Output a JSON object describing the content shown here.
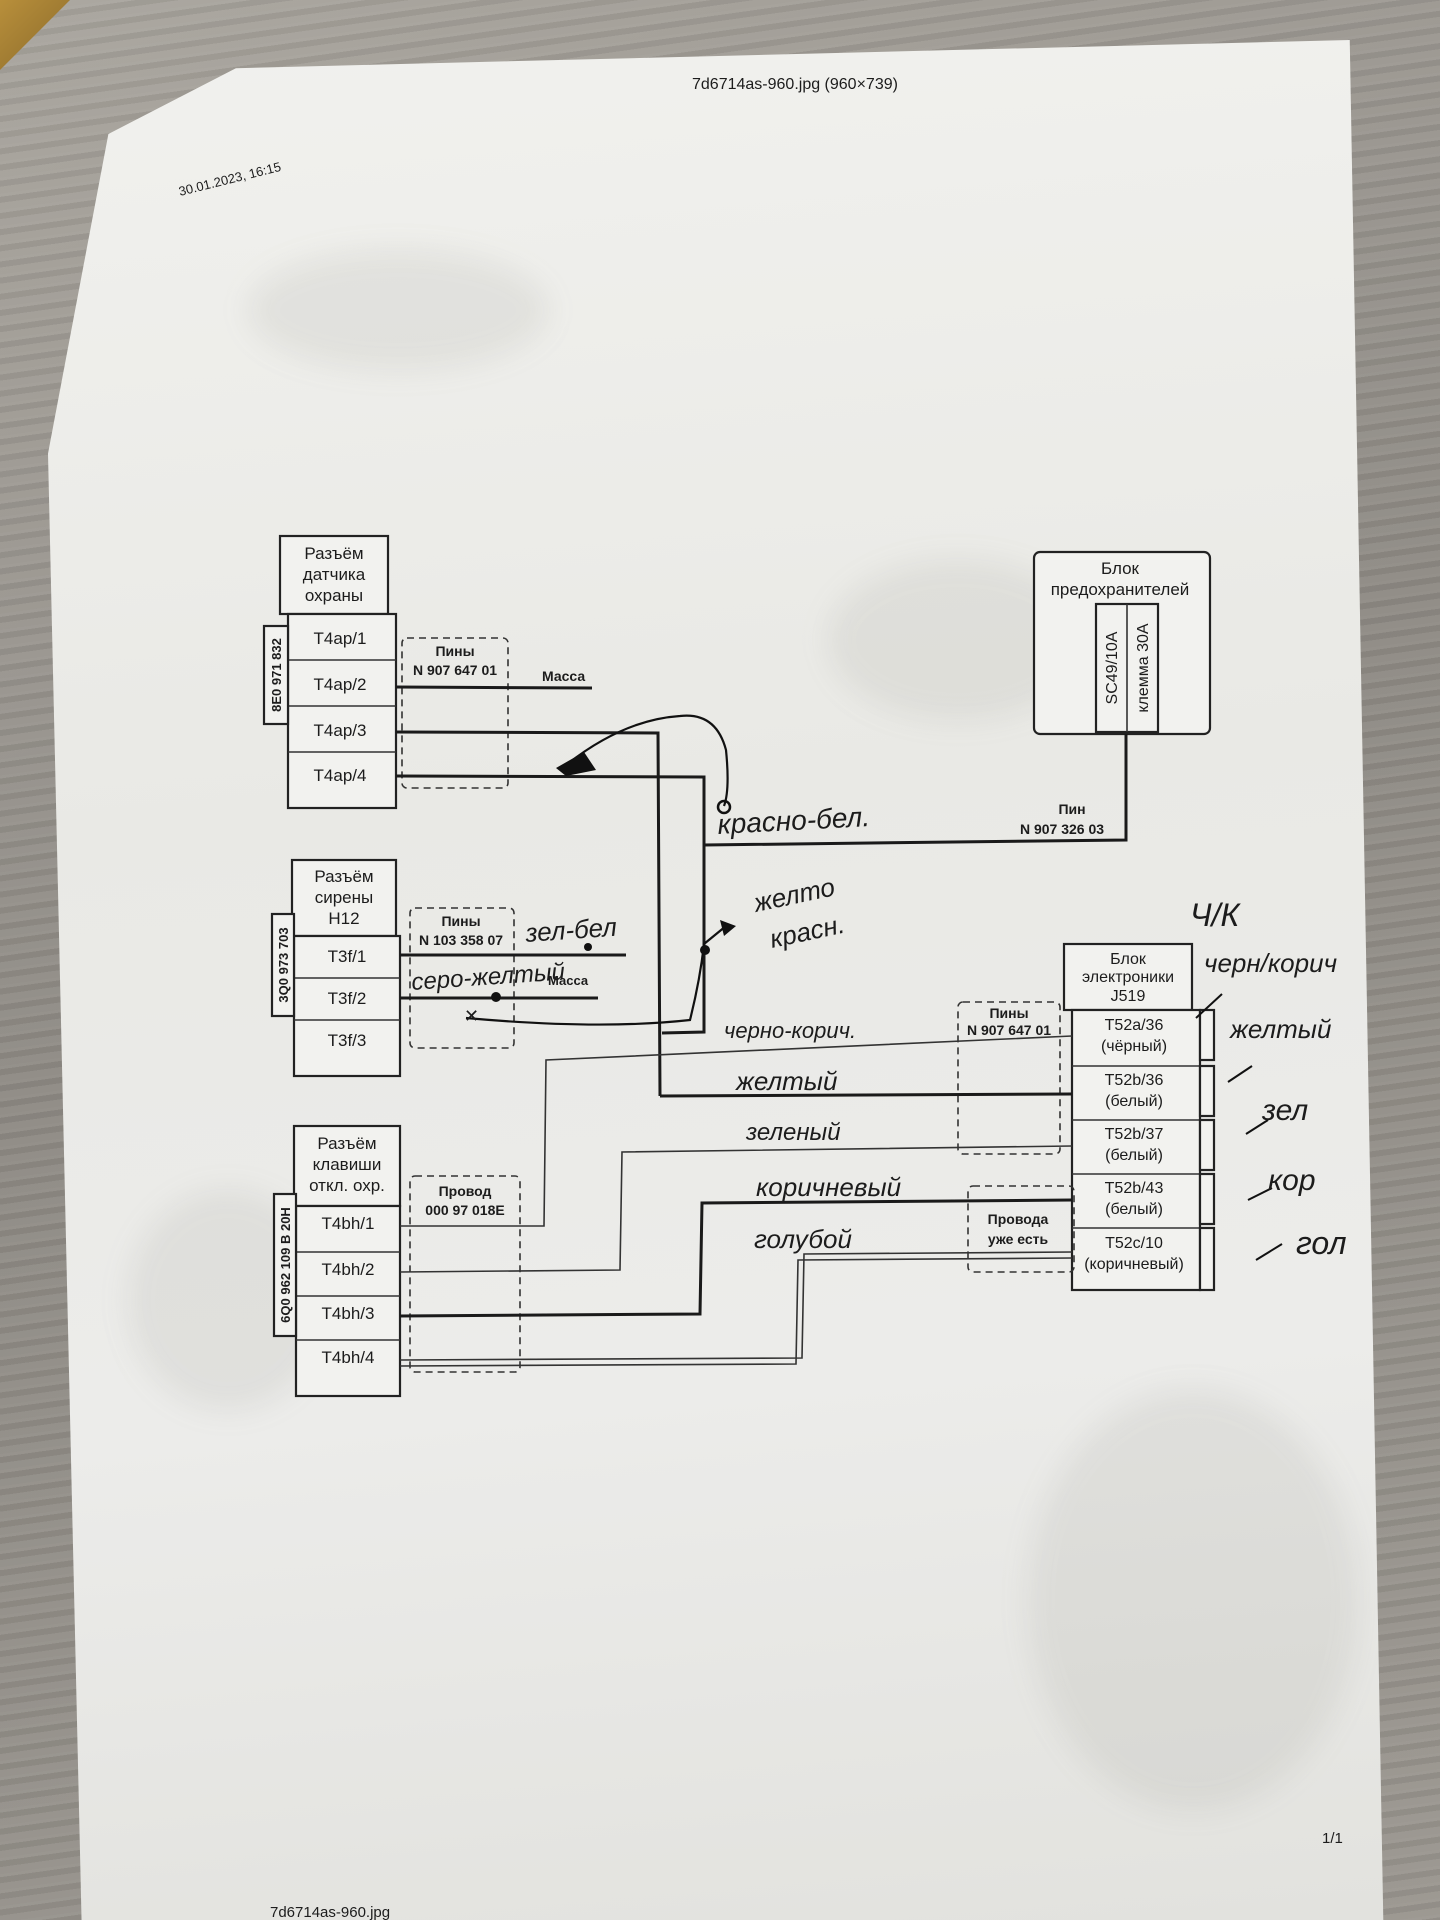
{
  "header": {
    "filename": "7d6714as-960.jpg (960×739)",
    "timestamp": "30.01.2023, 16:15",
    "page": "1/1",
    "footer_file": "7d6714as-960.jpg"
  },
  "connectors": {
    "sensor": {
      "title": [
        "Разъём",
        "датчика",
        "охраны"
      ],
      "part": "8E0 971 832",
      "pins": [
        "T4ap/1",
        "T4ap/2",
        "T4ap/3",
        "T4ap/4"
      ]
    },
    "siren": {
      "title": [
        "Разъём",
        "сирены",
        "H12"
      ],
      "part": "3Q0 973 703",
      "pins": [
        "T3f/1",
        "T3f/2",
        "T3f/3"
      ]
    },
    "switch": {
      "title": [
        "Разъём",
        "клавиши",
        "откл. охр."
      ],
      "part": "6Q0 962 109 B 20H",
      "pins": [
        "T4bh/1",
        "T4bh/2",
        "T4bh/3",
        "T4bh/4"
      ]
    },
    "fuse": {
      "title": [
        "Блок",
        "предохранителей"
      ],
      "inner": [
        "SC49/10A",
        "клемма 30A"
      ]
    },
    "ecu": {
      "title": [
        "Блок",
        "электроники",
        "J519"
      ],
      "pins": [
        [
          "T52a/36",
          "(чёрный)"
        ],
        [
          "T52b/36",
          "(белый)"
        ],
        [
          "T52b/37",
          "(белый)"
        ],
        [
          "T52b/43",
          "(белый)"
        ],
        [
          "T52c/10",
          "(коричневый)"
        ]
      ]
    }
  },
  "callouts": {
    "pins1": [
      "Пины",
      "N 907 647 01"
    ],
    "pins2": [
      "Пины",
      "N 103 358 07"
    ],
    "pins3": [
      "Пины",
      "N 907 647 01"
    ],
    "wire_box": [
      "Провод",
      "000 97 018E"
    ],
    "already": [
      "Провода",
      "уже есть"
    ],
    "pin_fuse": [
      "Пин",
      "N 907 326 03"
    ],
    "mass1": "Масса",
    "mass2": "Масса"
  },
  "handwriting": {
    "red_white": "красно-бел.",
    "yellow_red": [
      "желто",
      "красн."
    ],
    "green_white": "зел-бел",
    "grey_yellow": "серо-желтый",
    "black_brown": "черно-корич.",
    "yellow": "желтый",
    "green": "зеленый",
    "brown": "коричневый",
    "blue": "голубой",
    "r1": "Ч/К",
    "r1b": "черн/корич",
    "r2": "желтый",
    "r3": "зел",
    "r4": "кор",
    "r5": "гол"
  }
}
